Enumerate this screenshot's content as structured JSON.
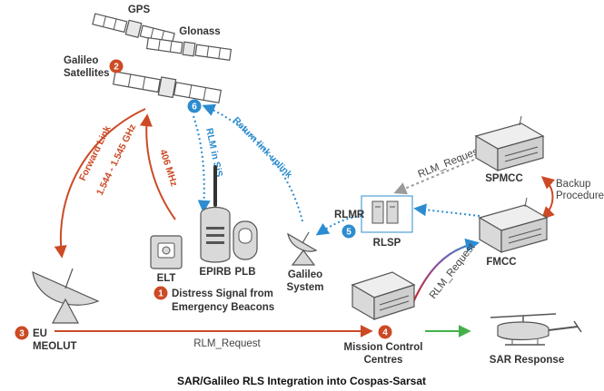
{
  "caption": "SAR/Galileo RLS Integration into Cospas-Sarsat",
  "colors": {
    "orange": "#cc4a25",
    "blue": "#2d8ccf",
    "grey": "#9a9a9a",
    "green": "#44b04a",
    "device": "#d9d9d9",
    "outline": "#555555"
  },
  "satellites": {
    "gps": "GPS",
    "glonass": "Glonass",
    "galileo_line1": "Galileo",
    "galileo_line2": "Satellites"
  },
  "badges": {
    "galileo": "2",
    "beacons": "1",
    "meolut": "3",
    "mcc": "4",
    "rlsp": "5",
    "satellite_uplink": "6"
  },
  "links": {
    "forward_link": "Forward Link",
    "forward_freq": "1.544 - 1.545 GHz",
    "beacon_freq": "406 MHz",
    "rlm_in_sis": "RLM in SiS",
    "return_link_uplink": "Return link uplink",
    "rlm_request_bottom": "RLM_Request",
    "rlm_request_top": "RLM_Request",
    "rlm_request_diag": "RLM_Request",
    "backup_line1": "Backup",
    "backup_line2": "Procedure"
  },
  "beacons": {
    "elt": "ELT",
    "epirb": "EPIRB",
    "plb": "PLB",
    "title_line1": "Distress Signal from",
    "title_line2": "Emergency Beacons"
  },
  "ground": {
    "galileo_system_line1": "Galileo",
    "galileo_system_line2": "System",
    "meolut_line1": "EU",
    "meolut_line2": "MEOLUT",
    "mcc_line1": "Mission Control",
    "mcc_line2": "Centres",
    "rlmr": "RLMR",
    "rlsp": "RLSP",
    "spmcc": "SPMCC",
    "fmcc": "FMCC",
    "sar_response": "SAR Response"
  }
}
